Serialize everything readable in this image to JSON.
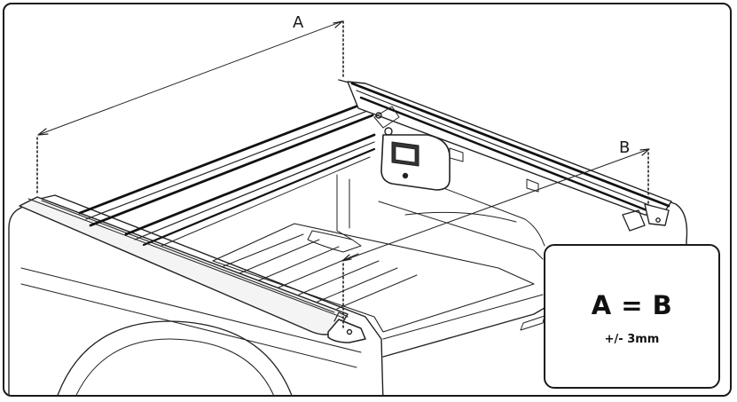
{
  "diagram": {
    "label_a": "A",
    "label_b": "B",
    "callout": {
      "equation": "A = B",
      "tolerance": "+/- 3mm"
    }
  }
}
